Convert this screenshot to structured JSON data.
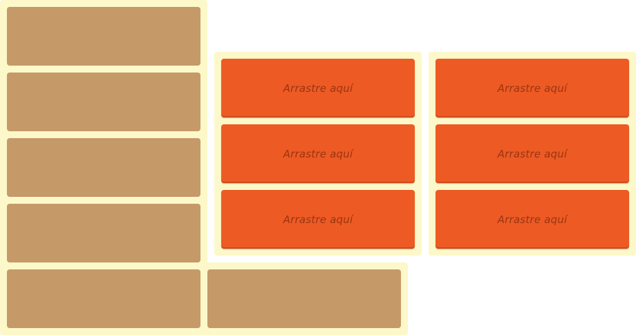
{
  "colors": {
    "panel_background": "#fcf8c9",
    "source_tile": "#c59a68",
    "drop_zone": "#ed5a24",
    "drop_label": "#9b3511"
  },
  "source_tiles": [
    {
      "label": ""
    },
    {
      "label": ""
    },
    {
      "label": ""
    },
    {
      "label": ""
    },
    {
      "label": ""
    },
    {
      "label": ""
    }
  ],
  "drop_columns": [
    {
      "zones": [
        {
          "label": "Arrastre aquí"
        },
        {
          "label": "Arrastre aquí"
        },
        {
          "label": "Arrastre aquí"
        }
      ]
    },
    {
      "zones": [
        {
          "label": "Arrastre aquí"
        },
        {
          "label": "Arrastre aquí"
        },
        {
          "label": "Arrastre aquí"
        }
      ]
    }
  ]
}
